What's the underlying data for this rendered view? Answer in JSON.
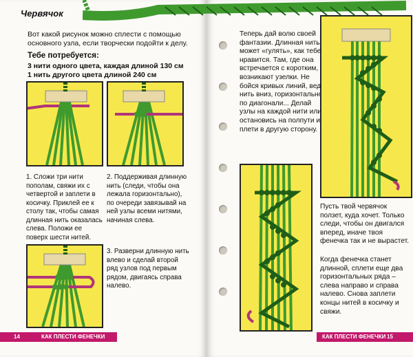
{
  "left": {
    "title": "Червячок",
    "intro": "Вот какой рисунок можно сплести с помощью основного узла, если творчески подойти к делу.",
    "need_heading": "Тебе потребуется:",
    "need_line1": "3 нити одного цвета, каждая длиной 130 см",
    "need_line2": "1 нить другого цвета длиной 240 см",
    "step1": "1. Сложи три нити пополам, свяжи их с четвертой и заплети в косичку. Приклей ее к столу так, чтобы самая длинная нить оказалась слева. Положи ее поверх шести нитей.",
    "step2": "2. Поддерживая длинную нить (следи, чтобы она лежала горизонтально), по очереди завязывай на ней узлы всеми нитями, начиная слева.",
    "step3": "3. Разверни длинную нить влево и сделай второй ряд узлов под первым рядом, двигаясь справа налево.",
    "page_number": "14",
    "footer_title": "КАК ПЛЕСТИ ФЕНЕЧКИ"
  },
  "right": {
    "text_top": "Теперь дай волю своей фантазии. Длинная нить может «гулять», как тебе нравится. Там, где она встречается с коротким, возникают узелки. Не бойся кривых линий, веди нить вниз, горизонтально, по диагонали... Делай узлы на каждой нити или остановись на полпути и плети в другую сторону.",
    "text_mid": "Пусть твой червячок ползет, куда хочет. Только следи, чтобы он двигался вперед, иначе твоя фенечка так и не вырастет.",
    "text_bottom": "Когда фенечка станет длинной, сплети еще два горизонтальных ряда – слева направо и справа налево. Снова заплети концы нитей в косичку и свяжи.",
    "page_number": "15",
    "footer_title": "КАК ПЛЕСТИ ФЕНЕЧКИ"
  },
  "colors": {
    "thread_green": "#3f9a2e",
    "thread_dark": "#1f5e18",
    "thread_pink": "#b0357a",
    "background_yellow": "#f6e84c",
    "tape": "#e9d8a8",
    "footer_magenta": "#c2196b"
  }
}
